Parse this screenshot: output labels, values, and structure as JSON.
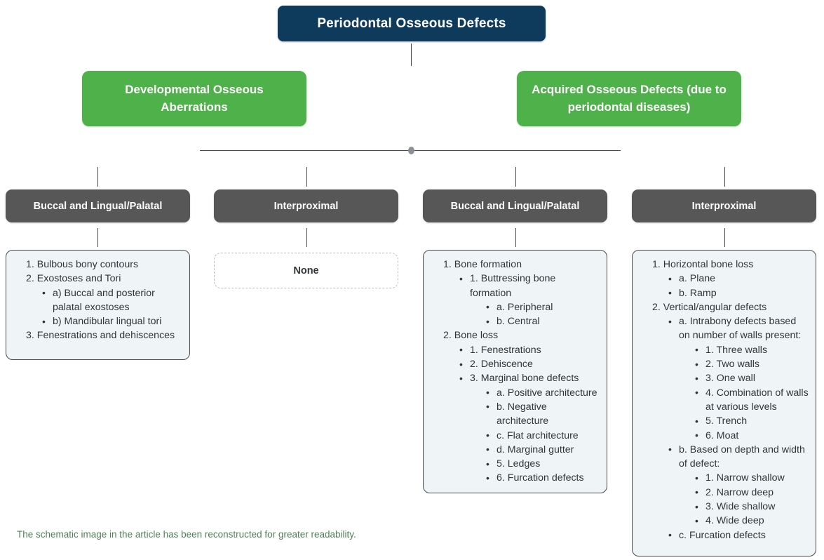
{
  "diagram": {
    "title": "Periodontal Osseous Defects",
    "branches": [
      {
        "id": "developmental",
        "label": "Developmental Osseous Aberrations",
        "columns": [
          {
            "id": "dev-buccal",
            "header": "Buccal and Lingual/Palatal",
            "empty": false,
            "items": [
              {
                "label": "1. Bulbous bony contours",
                "children": []
              },
              {
                "label": "2. Exostoses and Tori",
                "children": [
                  {
                    "label": "a) Buccal and posterior palatal exostoses",
                    "children": []
                  },
                  {
                    "label": "b) Mandibular lingual tori",
                    "children": []
                  }
                ]
              },
              {
                "label": "3. Fenestrations and dehiscences",
                "children": []
              }
            ]
          },
          {
            "id": "dev-interproximal",
            "header": "Interproximal",
            "empty": true,
            "empty_label": "None",
            "items": []
          }
        ]
      },
      {
        "id": "acquired",
        "label": "Acquired Osseous Defects (due to periodontal diseases)",
        "columns": [
          {
            "id": "acq-buccal",
            "header": "Buccal and Lingual/Palatal",
            "empty": false,
            "items": [
              {
                "label": "1. Bone formation",
                "children": [
                  {
                    "label": "1. Buttressing bone formation",
                    "children": [
                      {
                        "label": "a. Peripheral",
                        "children": []
                      },
                      {
                        "label": "b. Central",
                        "children": []
                      }
                    ]
                  }
                ]
              },
              {
                "label": "2. Bone loss",
                "children": [
                  {
                    "label": "1. Fenestrations",
                    "children": []
                  },
                  {
                    "label": "2. Dehiscence",
                    "children": []
                  },
                  {
                    "label": "3. Marginal bone defects",
                    "children": [
                      {
                        "label": "a. Positive architecture",
                        "children": []
                      },
                      {
                        "label": "b. Negative architecture",
                        "children": []
                      },
                      {
                        "label": "c. Flat architecture",
                        "children": []
                      },
                      {
                        "label": "d. Marginal gutter",
                        "children": []
                      },
                      {
                        "label": "5. Ledges",
                        "children": []
                      },
                      {
                        "label": "6. Furcation defects",
                        "children": []
                      }
                    ]
                  }
                ]
              }
            ]
          },
          {
            "id": "acq-interproximal",
            "header": "Interproximal",
            "empty": false,
            "items": [
              {
                "label": "1. Horizontal bone loss",
                "children": [
                  {
                    "label": "a. Plane",
                    "children": []
                  },
                  {
                    "label": "b. Ramp",
                    "children": []
                  }
                ]
              },
              {
                "label": "2. Vertical/angular defects",
                "children": [
                  {
                    "label": "a. Intrabony defects based on number of walls present:",
                    "children": [
                      {
                        "label": "1. Three walls",
                        "children": []
                      },
                      {
                        "label": "2. Two walls",
                        "children": []
                      },
                      {
                        "label": "3. One wall",
                        "children": []
                      },
                      {
                        "label": "4. Combination of walls at various levels",
                        "children": []
                      },
                      {
                        "label": "5. Trench",
                        "children": []
                      },
                      {
                        "label": "6. Moat",
                        "children": []
                      }
                    ]
                  },
                  {
                    "label": "b. Based on depth and width of defect:",
                    "children": [
                      {
                        "label": "1. Narrow shallow",
                        "children": []
                      },
                      {
                        "label": "2. Narrow deep",
                        "children": []
                      },
                      {
                        "label": "3. Wide shallow",
                        "children": []
                      },
                      {
                        "label": "4. Wide deep",
                        "children": []
                      }
                    ]
                  },
                  {
                    "label": "c. Furcation defects",
                    "children": []
                  }
                ]
              }
            ]
          }
        ]
      }
    ],
    "footer_note": "The schematic image in the article has been reconstructed for greater readability.",
    "colors": {
      "root": "#0e3a5b",
      "branch": "#4eb14a",
      "column_header": "#575757",
      "panel_bg": "#eff4f7",
      "panel_border": "#4a4a4a",
      "connector": "#4a4a4a",
      "joint_dot": "#8d9196",
      "footer_text": "#4f8055"
    }
  }
}
